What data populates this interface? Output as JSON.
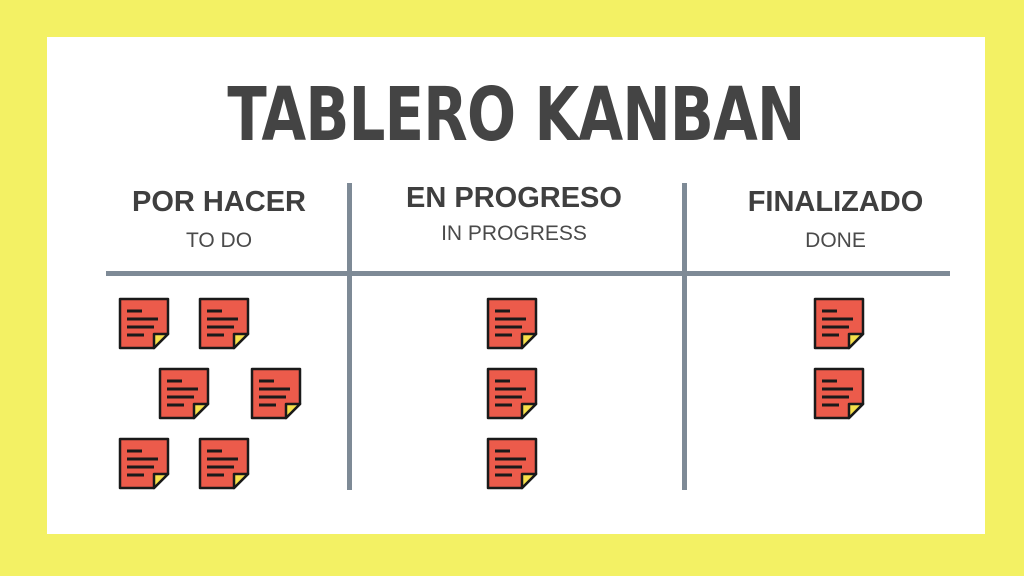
{
  "board": {
    "title": "TABLERO KANBAN",
    "columns": [
      {
        "title": "POR HACER",
        "subtitle": "TO DO",
        "card_count": 6
      },
      {
        "title": "EN PROGRESO",
        "subtitle": "IN PROGRESS",
        "card_count": 3
      },
      {
        "title": "FINALIZADO",
        "subtitle": "DONE",
        "card_count": 2
      }
    ]
  },
  "colors": {
    "background": "#f3f164",
    "panel": "#ffffff",
    "divider": "#7e8a96",
    "card": "#ec5b4b",
    "card_fold": "#f7e04a",
    "text": "#444444"
  },
  "icons": {
    "card": "sticky-note-icon"
  }
}
